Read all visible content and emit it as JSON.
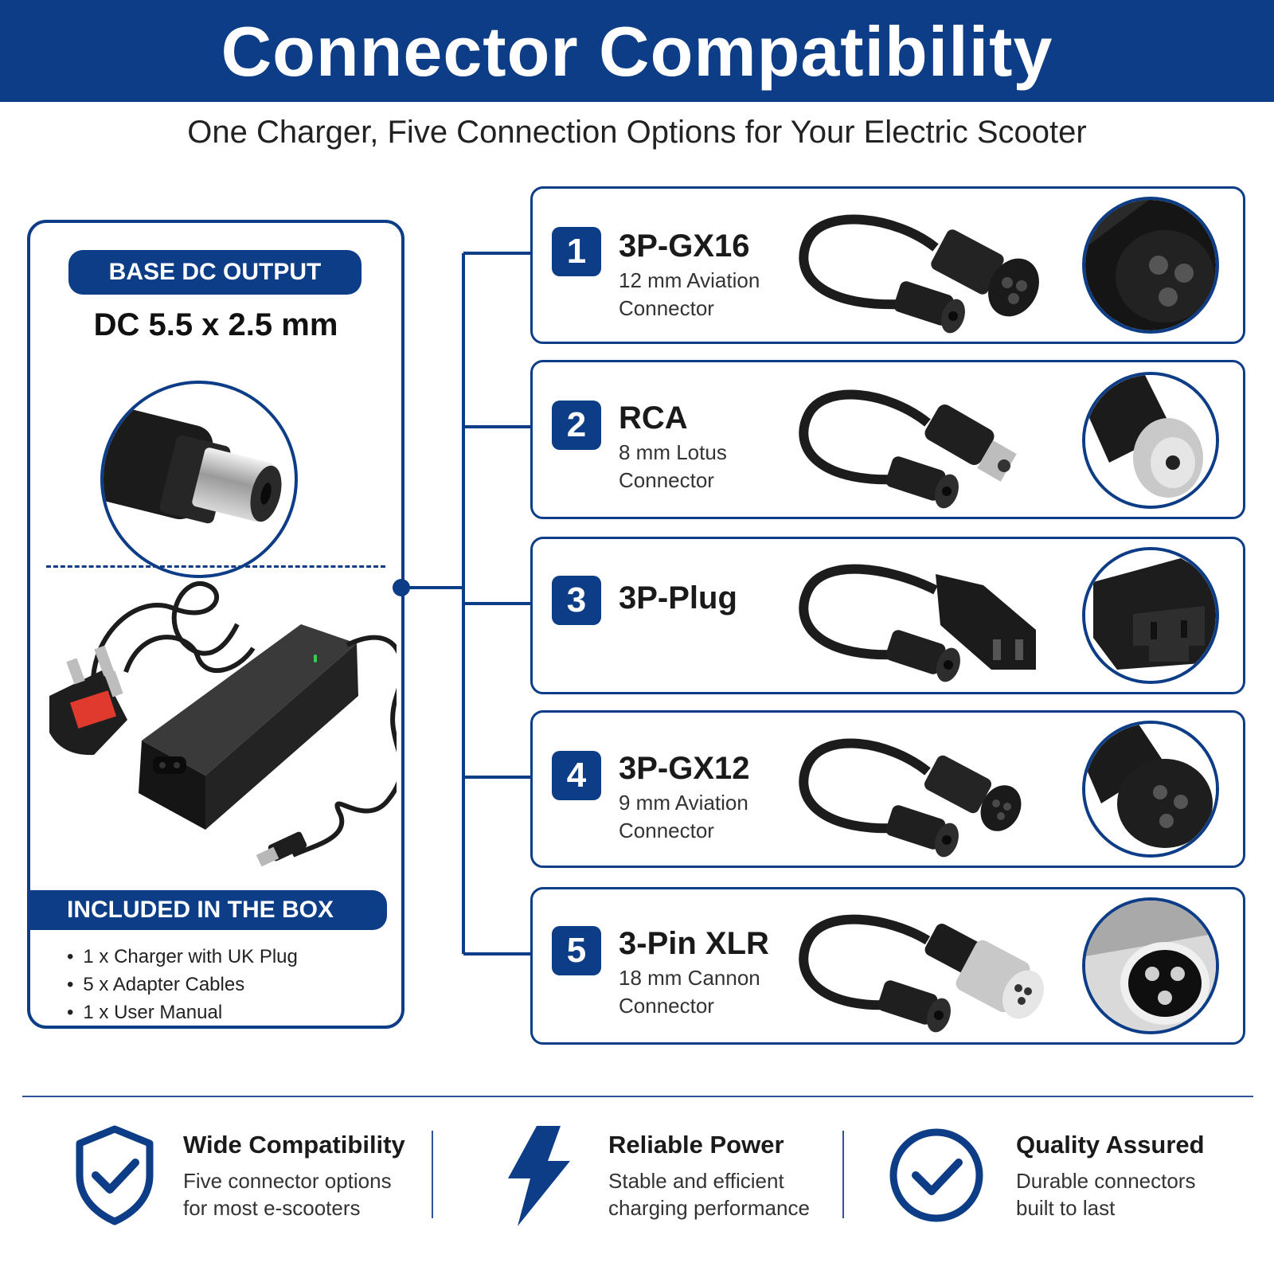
{
  "header": {
    "title": "Connector Compatibility"
  },
  "subtitle": "One Charger, Five Connection Options for Your Electric Scooter",
  "base_output": {
    "label": "BASE DC OUTPUT",
    "spec": "DC 5.5 x 2.5 mm"
  },
  "in_box": {
    "title": "INCLUDED IN THE BOX",
    "items": [
      "1 x Charger with UK Plug",
      "5 x Adapter Cables",
      "1 x User Manual"
    ]
  },
  "connectors": [
    {
      "number": "1",
      "name": "3P-GX16",
      "desc_line1": "12 mm Aviation",
      "desc_line2": "Connector",
      "icon": "gx16-connector-icon"
    },
    {
      "number": "2",
      "name": "RCA",
      "desc_line1": "8 mm Lotus",
      "desc_line2": "Connector",
      "icon": "rca-connector-icon"
    },
    {
      "number": "3",
      "name": "3P-Plug",
      "desc_line1": "",
      "desc_line2": "",
      "icon": "iec-plug-icon"
    },
    {
      "number": "4",
      "name": "3P-GX12",
      "desc_line1": "9 mm Aviation",
      "desc_line2": "Connector",
      "icon": "gx12-connector-icon"
    },
    {
      "number": "5",
      "name": "3-Pin XLR",
      "desc_line1": "18 mm Cannon",
      "desc_line2": "Connector",
      "icon": "xlr-connector-icon"
    }
  ],
  "features": [
    {
      "title": "Wide Compatibility",
      "line1": "Five connector options",
      "line2": "for most e-scooters",
      "icon": "shield-check-icon"
    },
    {
      "title": "Reliable Power",
      "line1": "Stable and efficient",
      "line2": "charging performance",
      "icon": "lightning-bolt-icon"
    },
    {
      "title": "Quality Assured",
      "line1": "Durable connectors",
      "line2": "built to last",
      "icon": "circle-check-icon"
    }
  ],
  "colors": {
    "brand_blue": "#0d3d86",
    "accent_line": "#2f5597",
    "led_green": "#35d04a",
    "plug_red": "#e03a2e"
  }
}
